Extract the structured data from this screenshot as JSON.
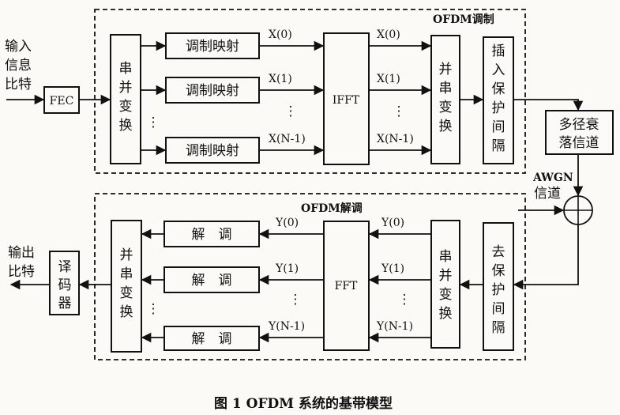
{
  "input_label": [
    "输入",
    "信息",
    "比特"
  ],
  "fec_label": "FEC",
  "mod_section_label": "OFDM调制",
  "mod_sp_label": [
    "串",
    "并",
    "变",
    "换"
  ],
  "mod_map_labels": [
    "调制映射",
    "调制映射",
    "调制映射"
  ],
  "x_signals": [
    "X(0)",
    "X(1)",
    "X(N-1)"
  ],
  "ifft_label": "IFFT",
  "mod_ps_label": [
    "并",
    "串",
    "变",
    "换"
  ],
  "insert_guard_label": [
    "插",
    "入",
    "保",
    "护",
    "间",
    "隔"
  ],
  "channel_label": [
    "多径衰",
    "落信道"
  ],
  "awgn_label": [
    "AWGN",
    "信道"
  ],
  "remove_guard_label": [
    "去",
    "保",
    "护",
    "间",
    "隔"
  ],
  "demod_section_label": "OFDM解调",
  "demod_sp_label": [
    "串",
    "并",
    "变",
    "换"
  ],
  "y_signals": [
    "Y(0)",
    "Y(1)",
    "Y(N-1)"
  ],
  "fft_label": "FFT",
  "demod_labels": [
    "解　调",
    "解　调",
    "解　调"
  ],
  "demod_ps_label": [
    "并",
    "串",
    "变",
    "换"
  ],
  "decoder_label": [
    "译",
    "码",
    "器"
  ],
  "output_label": [
    "输出",
    "比特"
  ],
  "ellipsis": "⋮",
  "caption": "图 1  OFDM 系统的基带模型"
}
